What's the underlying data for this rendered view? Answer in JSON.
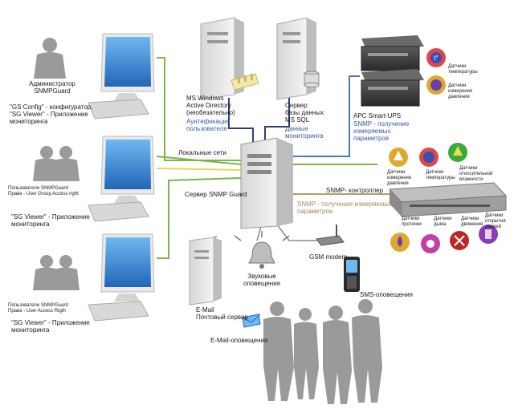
{
  "colors": {
    "green": "#7db44a",
    "yellow": "#e8d84c",
    "blue": "#4a77b8",
    "navy": "#2c3f7a",
    "tan": "#b89a6a",
    "gray": "#8a8a8a",
    "silhouette": "#9a9a9a",
    "label_blue": "#3a5aa8",
    "label_tan": "#a8875a"
  },
  "labels": {
    "admin_title": "Администратор\nSNMPGuard",
    "admin_apps": "\"GS Config\" - конфигуратор,\n\"SG Viewer\" - Приложение\nмониторинга",
    "group_users": "Пользователи SNMPGuard\nПрава - User Group Access right",
    "group_app": "\"SG Viewer\" - Приложение\nмониторинга",
    "access_users": "Пользователи SNMPGuard\nПрава - User Access Rigth",
    "access_app": "\"SG Viewer\" - Приложение\nмониторинга",
    "ms_windows": "MS Windows\nActive Directory\n(необязательно)",
    "auth": "Аунтефикация\nпользователя",
    "db_server": "Сервер\nбазы данных\nMS SQL",
    "mon_data": "Данные\nмониторинга",
    "apc": "APC Smart-UPS",
    "snmp_params": "SNMP - получение\nизмеряемых\nпараметров",
    "local_net": "Локальные сети",
    "snmp_server": "Сервер SNMP Guard",
    "snmp_controller": "SNMP- контроллер",
    "snmp_params2": "SNMP - получение измеряемых\nпараметров",
    "gsm": "GSM modem",
    "sound": "Звуковые\nоповещения",
    "email": "E-Mail\nПочтовый сервер",
    "email_notif": "E-Mail-оповещения",
    "sms": "SMS-оповещения",
    "sensor_temp": "Датчики\nтемпературы",
    "sensor_pressure": "Датчики\nизмерения\nдавления",
    "sensor_press2": "Датчики\nизмерения\nдавления",
    "sensor_temp2": "Датчики\nтемпературы",
    "sensor_hum": "Датчики\nотносительной\nвлажности",
    "sensor_flood": "Датчики\nпротечки",
    "sensor_smoke": "Датчики\nдыма",
    "sensor_motion": "Датчики\nдвижения",
    "sensor_door": "Датчики\nоткрытия\nдверей"
  }
}
